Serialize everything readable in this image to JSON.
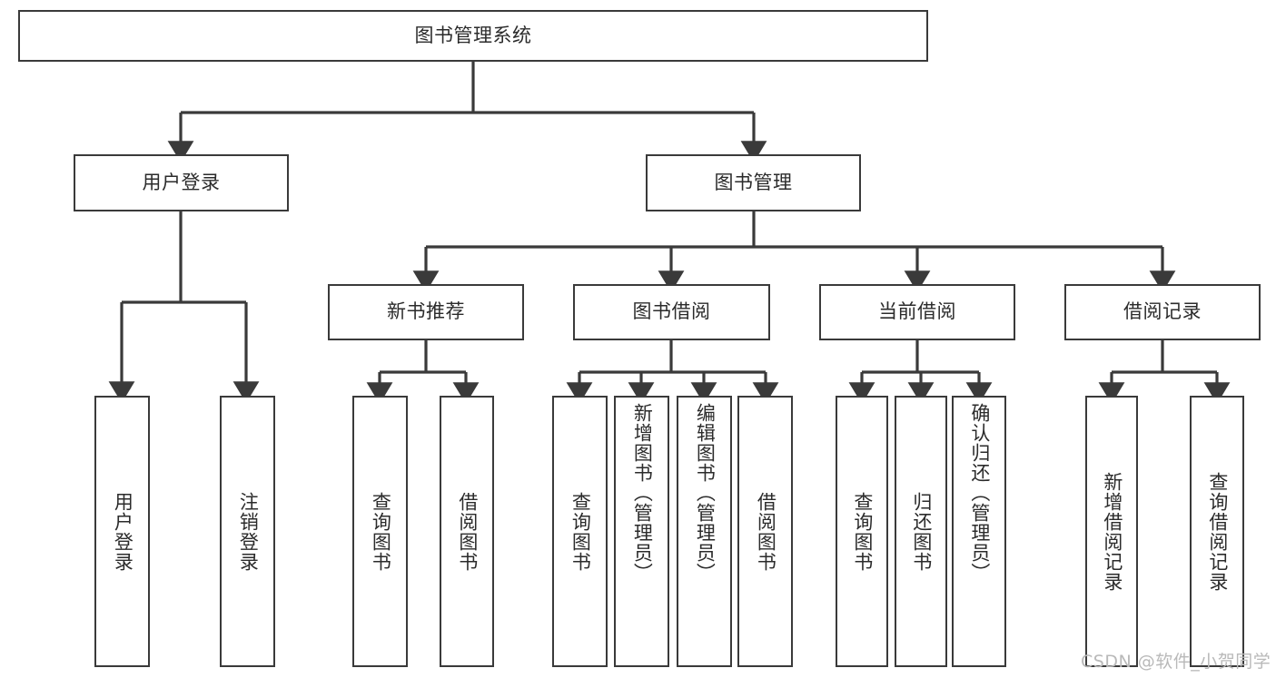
{
  "diagram": {
    "title_node": {
      "label": "图书管理系统"
    },
    "level1": [
      {
        "label": "用户登录"
      },
      {
        "label": "图书管理"
      }
    ],
    "level2": [
      {
        "label": "新书推荐"
      },
      {
        "label": "图书借阅"
      },
      {
        "label": "当前借阅"
      },
      {
        "label": "借阅记录"
      }
    ],
    "leaves": {
      "user_login": [
        {
          "label": "用户登录"
        },
        {
          "label": "注销登录"
        }
      ],
      "new_book_recommend": [
        {
          "label": "查询图书"
        },
        {
          "label": "借阅图书"
        }
      ],
      "book_borrow": [
        {
          "label": "查询图书"
        },
        {
          "label": "新增图书（管理员）"
        },
        {
          "label": "编辑图书（管理员）"
        },
        {
          "label": "借阅图书"
        }
      ],
      "current_borrow": [
        {
          "label": "查询图书"
        },
        {
          "label": "归还图书"
        },
        {
          "label": "确认归还（管理员）"
        }
      ],
      "borrow_record": [
        {
          "label": "新增借阅记录"
        },
        {
          "label": "查询借阅记录"
        }
      ]
    }
  },
  "watermark": {
    "text": "CSDN @软件_小贺同学"
  },
  "colors": {
    "stroke": "#3a3a3a",
    "text": "#2b2b2b",
    "background": "#ffffff",
    "watermark": "#b9b9b9"
  }
}
